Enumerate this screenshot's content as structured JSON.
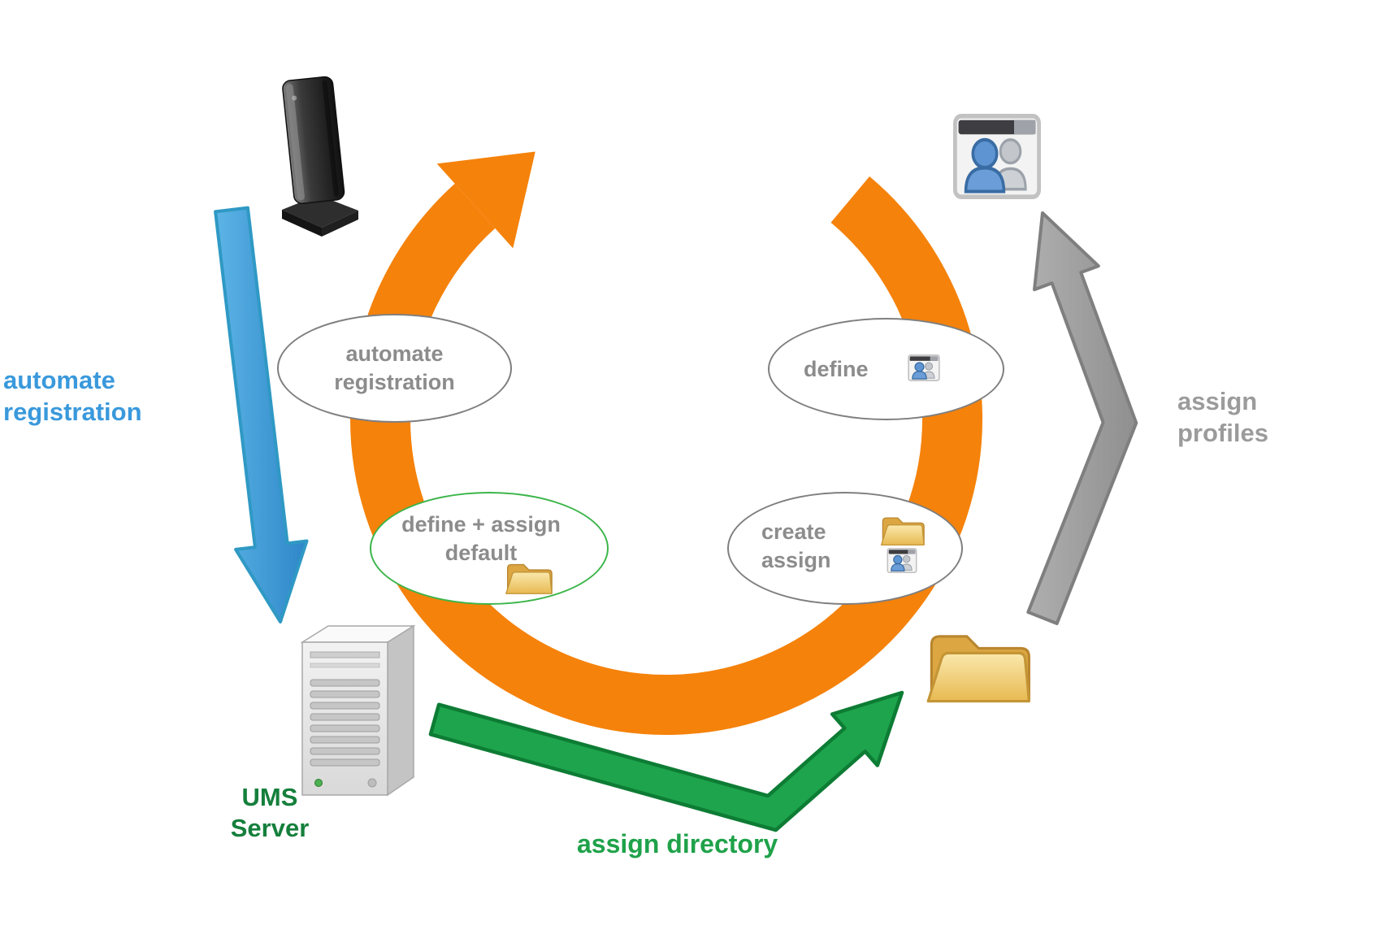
{
  "bubbles": [
    {
      "label": "automate\nregistration"
    },
    {
      "label": "define + assign\ndefault"
    },
    {
      "label": "define"
    },
    {
      "label": "create\nassign"
    }
  ],
  "labels": {
    "automate_registration": "automate\nregistration",
    "ums_server": "UMS\nServer",
    "assign_directory": "assign directory",
    "assign_profiles": "assign\nprofiles"
  },
  "icons": {
    "top_left": "thin-client-device-icon",
    "bottom_left": "server-tower-icon",
    "top_right": "user-profiles-window-icon",
    "bottom_right": "folder-icon",
    "bubble_define_assign_default": "folder-icon",
    "bubble_define": "user-profiles-window-icon",
    "bubble_create_assign": [
      "folder-icon",
      "user-profiles-window-icon"
    ]
  },
  "colors": {
    "ring_orange": "#F5820B",
    "arrow_blue": "#3D9CD9",
    "arrow_green": "#1EA44C",
    "arrow_gray": "#A0A0A0",
    "label_blue": "#3A99DC",
    "label_green_dark": "#157F3C",
    "label_green": "#1FA24A",
    "label_gray": "#9B9B9B",
    "bubble_text_gray": "#8C8C8C",
    "bubble_border_gray": "#7F7F7F",
    "bubble_border_green": "#3CB54A",
    "folder_yellow": "#EFC25C"
  }
}
